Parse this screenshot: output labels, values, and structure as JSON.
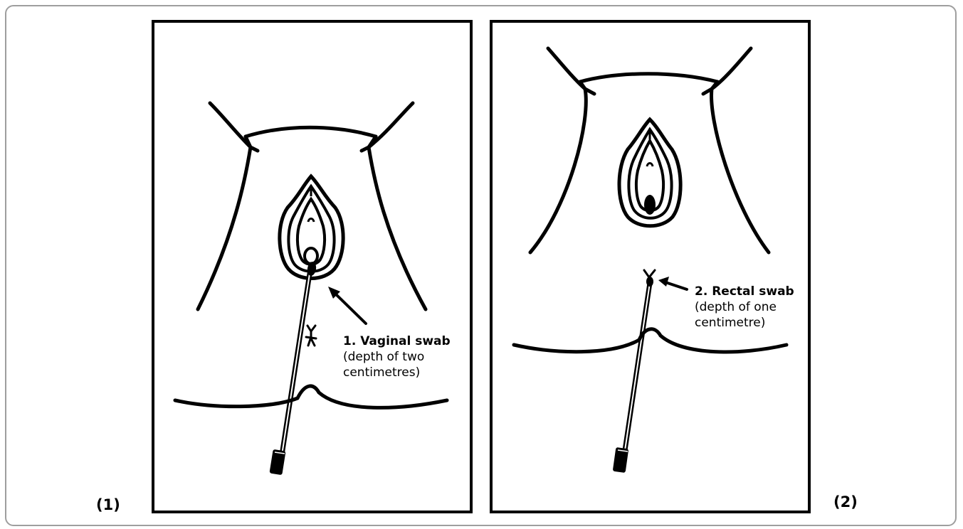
{
  "panels": [
    {
      "label": "(1)",
      "annotation_title": "1. Vaginal swab",
      "annotation_detail": "(depth of two\ncentimetres)"
    },
    {
      "label": "(2)",
      "annotation_title": "2. Rectal swab",
      "annotation_detail": "(depth of one\ncentimetre)"
    }
  ],
  "colors": {
    "line": "#000000",
    "frame_border": "#9e9e9e",
    "background": "#ffffff"
  }
}
